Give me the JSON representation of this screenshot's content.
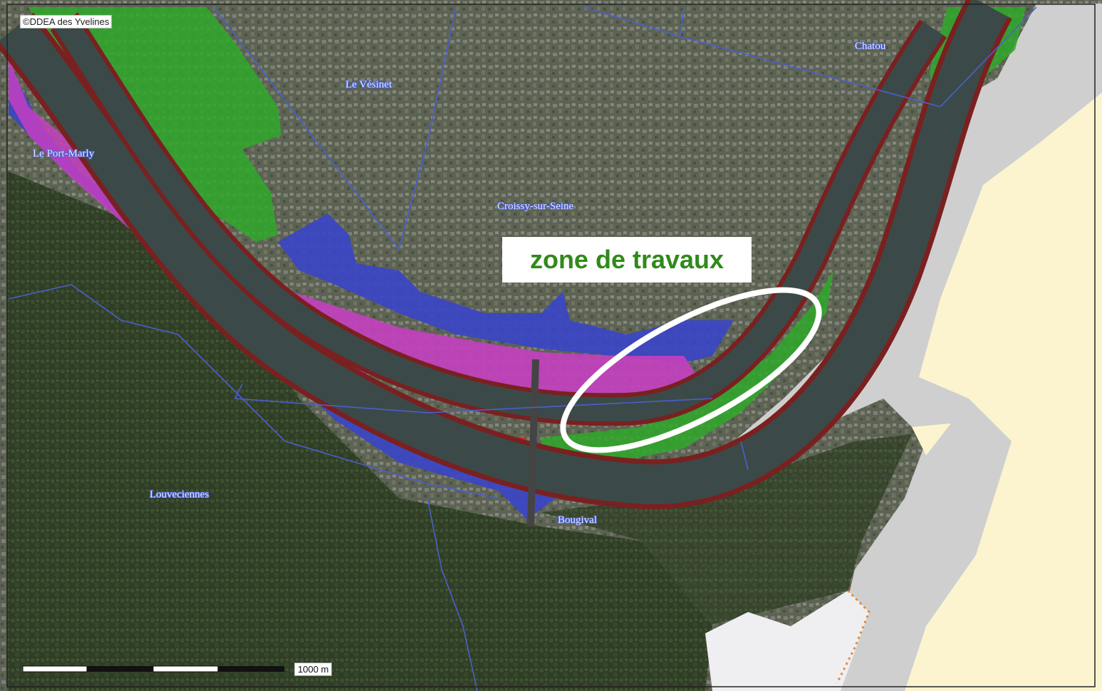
{
  "map": {
    "credit": "©DDEA des Yvelines",
    "places": {
      "chatou": "Chatou",
      "le_vesinet": "Le Vésinet",
      "le_port_marly": "Le Port-Marly",
      "croissy": "Croissy-sur-Seine",
      "louveciennes": "Louveciennes",
      "bougival": "Bougival"
    },
    "annotation": "zone de travaux",
    "scale_label": "1000 m",
    "colors": {
      "aerial_dark": "#3a4032",
      "aerial_mid": "#57604a",
      "forest": "#34452a",
      "river": "#3b4a48",
      "river_band": "#7a2020",
      "zone_green": "#2fa82a",
      "zone_magenta": "#c43fc0",
      "zone_blue": "#3a45c8",
      "zone_red": "#e02820",
      "outside_gray": "#cfcfcf",
      "outside_cream": "#fbf4cf",
      "annotation_text": "#2f8a1a"
    }
  }
}
